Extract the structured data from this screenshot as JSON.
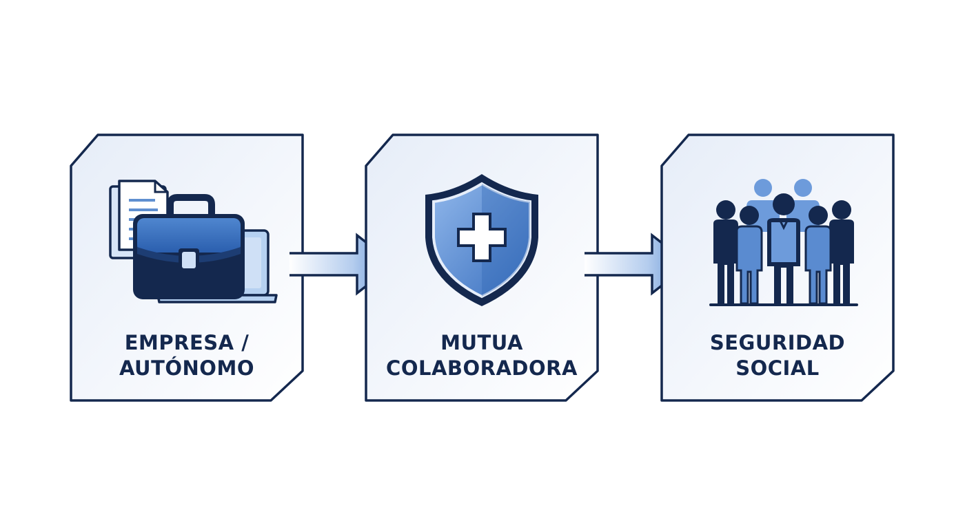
{
  "nodes": [
    {
      "id": "empresa",
      "line1": "EMPRESA /",
      "line2": "AUTÓNOMO",
      "icon": "briefcase-documents-laptop"
    },
    {
      "id": "mutua",
      "line1": "MUTUA",
      "line2": "COLABORADORA",
      "icon": "shield-cross"
    },
    {
      "id": "seguridad",
      "line1": "SEGURIDAD",
      "line2": "SOCIAL",
      "icon": "people-group"
    }
  ],
  "edges": [
    {
      "from": "empresa",
      "to": "mutua"
    },
    {
      "from": "mutua",
      "to": "seguridad"
    }
  ],
  "colors": {
    "navy": "#14284e",
    "blue": "#3f77c2",
    "light_blue": "#a9c9ee",
    "panel_fill": "#eef3fa"
  }
}
